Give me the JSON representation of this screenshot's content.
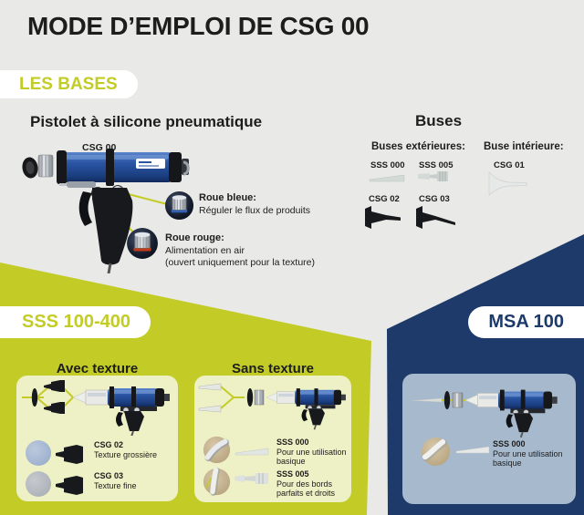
{
  "colors": {
    "accent_green": "#c3cc27",
    "navy": "#1d3a6a",
    "background_gray": "#e9e9e7",
    "card_yellow": "#eef0c5",
    "card_blue": "#a7b9cd"
  },
  "header": {
    "title": "MODE D’EMPLOI DE CSG 00"
  },
  "bases": {
    "badge": "LES BASES",
    "pistol": {
      "heading": "Pistolet à silicone pneumatique",
      "model": "CSG 00",
      "callout_blue": {
        "name": "Roue bleue:",
        "line1": "Réguler le flux de produits"
      },
      "callout_red": {
        "name": "Roue rouge:",
        "line1": "Alimentation en air",
        "line2": "(ouvert uniquement pour la texture)"
      }
    },
    "buses": {
      "heading": "Buses",
      "exterior_label": "Buses extérieures:",
      "interior_label": "Buse intérieure:",
      "items": {
        "sss000": "SSS 000",
        "sss005": "SSS 005",
        "csg02": "CSG 02",
        "csg03": "CSG 03",
        "csg01": "CSG 01"
      }
    }
  },
  "sss": {
    "badge": "SSS 100-400",
    "card_avec": {
      "title": "Avec texture",
      "rows": [
        {
          "code": "CSG 02",
          "line1": "Texture grossière"
        },
        {
          "code": "CSG 03",
          "line1": "Texture fine"
        }
      ]
    },
    "card_sans": {
      "title": "Sans texture",
      "rows": [
        {
          "code": "SSS 000",
          "line1": "Pour une utilisation",
          "line2": "basique"
        },
        {
          "code": "SSS 005",
          "line1": "Pour des bords",
          "line2": "parfaits et droits"
        }
      ]
    }
  },
  "msa": {
    "badge": "MSA 100",
    "card": {
      "rows": [
        {
          "code": "SSS 000",
          "line1": "Pour une utilisation",
          "line2": "basique"
        }
      ]
    }
  }
}
